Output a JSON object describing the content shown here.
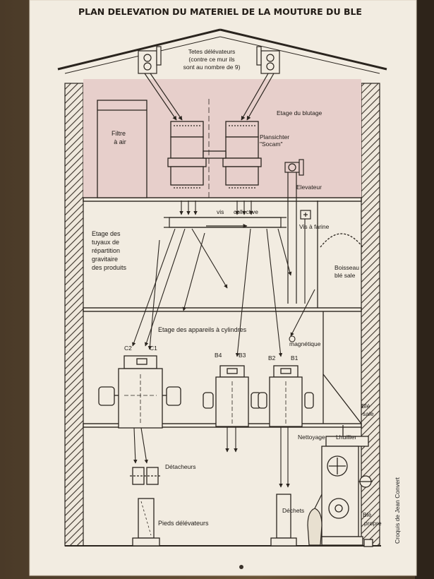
{
  "title": "PLAN DELEVATION DU MATERIEL DE LA MOUTURE DU BLE",
  "note": [
    "Tetes délévateurs",
    "(contre ce mur ils",
    "sont au nombre de 9)"
  ],
  "labels": {
    "etage_blutage": "Etage du blutage",
    "filtre": [
      "Filtre",
      "à air"
    ],
    "plansichter": [
      "Plansichter",
      "\"Socam\""
    ],
    "elevateur": "Elevateur",
    "vis_collective": [
      "vis",
      "collective"
    ],
    "vis_farine": "Vis à farine",
    "etage_tuyaux": [
      "Etage des",
      "tuyaux de",
      "répartition",
      "gravitaire",
      "des produits"
    ],
    "boisseau": [
      "Boisseau",
      "blé sale"
    ],
    "etage_cylindres": "Etage des appareils à cylindres",
    "magnetique": "magnétique",
    "mill_c": [
      "C2",
      "C1"
    ],
    "mill_b4b3": [
      "B4",
      "B3"
    ],
    "mill_b2b1": [
      "B2",
      "B1"
    ],
    "ble_sale": [
      "Blé",
      "sale"
    ],
    "nettoyage": "Nettoyage",
    "lhuillier": "Lhuillier",
    "detacheurs": "Détacheurs",
    "pieds": "Pieds délévateurs",
    "dechets": "Déchets",
    "ble_propre": [
      "Blé",
      "propre"
    ],
    "credit": "Croquis de Jean Convert"
  },
  "colors": {
    "paper": "#f2ece1",
    "pink": "#e7cfcb",
    "ink": "#2a241e",
    "wood": "#5a4630"
  }
}
